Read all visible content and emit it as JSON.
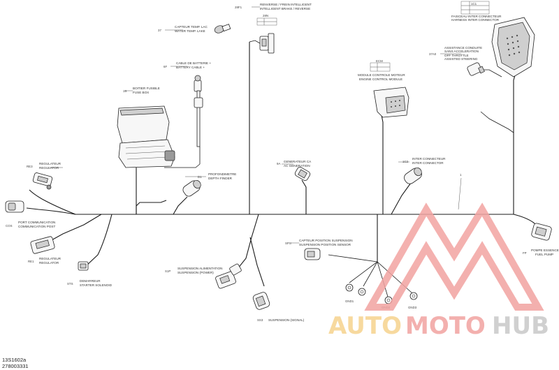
{
  "labels": {
    "brake_code": "28F1",
    "brake_fr": "RENVERSE / FREIN INTELLIGENT",
    "brake_en": "INTELLIGENT BRAKE / REVERSE",
    "brake_table_code": "28N",
    "lake_code": "37",
    "lake_fr": "CAPTEUR TEMP. LAC",
    "lake_en": "WATER TEMP. LAKE",
    "battery_code": "6F",
    "battery_fr": "CABLE DE BATTERIE +",
    "battery_en": "BATTERY CABLE +",
    "fuse_code": "1S",
    "fuse_fr": "BOITIER FUSIBLE",
    "fuse_en": "FUSE BOX",
    "harness_code": "1C1",
    "harness_fr": "FAISCEAU INTER CONNECTEUR",
    "harness_en": "HARNESS INTER CONNECTOR",
    "steering_code": "37A0",
    "steering_fr_1": "ASSISTANCE CONDUITE",
    "steering_fr_2": "SANS ACCELERATION",
    "steering_en_1": "OFF THROTTLE",
    "steering_en_2": "ASSISTED STEERING",
    "ecm_code": "ECM",
    "ecm_fr": "MODULE CONTROLE MOTEUR",
    "ecm_en": "ENGINE CONTROL MODULE",
    "regulator_code": "RE3",
    "regulator_fr": "REGULATEUR",
    "regulator_en": "REGULATOR",
    "depth_code": "D1",
    "depth_fr": "PROFONDIMETRE",
    "depth_en": "DEPTH FINDER",
    "generator_code": "9A",
    "generator_fr": "GENERATEUR CA",
    "generator_en": "AC GENERATION",
    "inter_code": "1C2",
    "inter_fr": "INTER CONNECTEUR",
    "inter_en": "INTER CONNECTOR",
    "comm_code": "COS",
    "comm_fr": "PORT COMMUNICATION",
    "comm_en": "COMMUNICATION POST",
    "rectifier_code": "RE1",
    "rectifier_fr": "REGULATEUR",
    "rectifier_en": "REGULATOR",
    "starter_code": "STS",
    "starter_fr": "DEMARREUR",
    "starter_en": "STARTER SOLENOID",
    "susp_power_code": "S1P",
    "susp_power_fr": "SUSPENSION ALIMENTATION",
    "susp_power_en": "SUSPENSION (POWER)",
    "susp_signal_code": "SS3",
    "susp_signal_en": "SUSPENSION (SIGNAL)",
    "susp_sensor_code": "SPS",
    "susp_sensor_fr": "CAPTEUR POSITION SUSPENSION",
    "susp_sensor_en": "SUSPENSION POSITION SENSOR",
    "fuel_code": "FP",
    "fuel_fr": "POMPE ESSENCE",
    "fuel_en": "FUEL PUMP",
    "ground_1": "GND1",
    "ground_2": "GND2",
    "ground_3": "GND3",
    "callout_number": "1"
  },
  "footer": {
    "drawing_id": "13S1602a",
    "part_number": "278003331"
  },
  "watermark": {
    "word_1": "AUTO",
    "word_2": "MOTO",
    "word_3": "HUB",
    "color_red": "#f2a3a1",
    "color_orange": "#f6d38e",
    "color_gray": "#c8c8c8"
  }
}
